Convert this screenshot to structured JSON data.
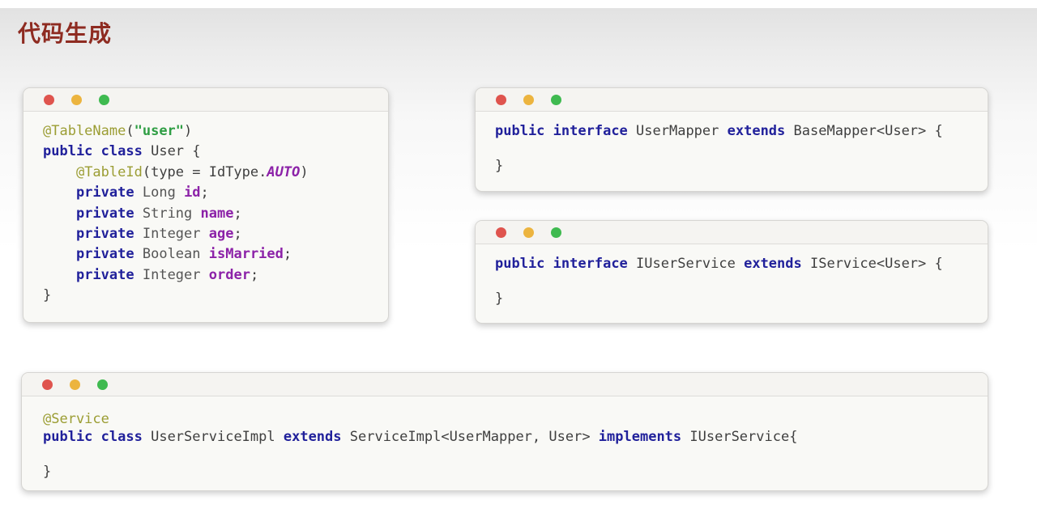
{
  "page": {
    "title": "代码生成",
    "title_color": "#8e2b21"
  },
  "colors": {
    "traffic_red": "#df544e",
    "traffic_yellow": "#ecb43f",
    "traffic_green": "#3fba50",
    "window_bg": "#f9f9f6",
    "window_header_bg": "#f5f4f1"
  },
  "token_styles": {
    "ann": {
      "color": "#9b9d33"
    },
    "kw": {
      "color": "#21219b",
      "bold": true
    },
    "str": {
      "color": "#2f9e44",
      "bold": true
    },
    "fld": {
      "color": "#8c22a8",
      "bold": true
    },
    "enum": {
      "color": "#8c22a8",
      "bold": true,
      "italic": true
    },
    "typ": {
      "color": "#555555"
    },
    "pln": {
      "color": "#3f3f3f"
    }
  },
  "windows": [
    {
      "name": "entity-class-window",
      "controls": [
        "close",
        "minimize",
        "zoom"
      ],
      "lines": [
        [
          {
            "s": "ann",
            "t": "@TableName"
          },
          {
            "s": "pln",
            "t": "("
          },
          {
            "s": "str",
            "t": "\"user\""
          },
          {
            "s": "pln",
            "t": ")"
          }
        ],
        [
          {
            "s": "kw",
            "t": "public"
          },
          {
            "s": "pln",
            "t": " "
          },
          {
            "s": "kw",
            "t": "class"
          },
          {
            "s": "pln",
            "t": " User {"
          }
        ],
        [
          {
            "s": "pln",
            "t": "    "
          },
          {
            "s": "ann",
            "t": "@TableId"
          },
          {
            "s": "pln",
            "t": "(type = IdType."
          },
          {
            "s": "enum",
            "t": "AUTO"
          },
          {
            "s": "pln",
            "t": ")"
          }
        ],
        [
          {
            "s": "pln",
            "t": "    "
          },
          {
            "s": "kw",
            "t": "private"
          },
          {
            "s": "pln",
            "t": " "
          },
          {
            "s": "typ",
            "t": "Long"
          },
          {
            "s": "pln",
            "t": " "
          },
          {
            "s": "fld",
            "t": "id"
          },
          {
            "s": "pln",
            "t": ";"
          }
        ],
        [
          {
            "s": "pln",
            "t": "    "
          },
          {
            "s": "kw",
            "t": "private"
          },
          {
            "s": "pln",
            "t": " "
          },
          {
            "s": "typ",
            "t": "String"
          },
          {
            "s": "pln",
            "t": " "
          },
          {
            "s": "fld",
            "t": "name"
          },
          {
            "s": "pln",
            "t": ";"
          }
        ],
        [
          {
            "s": "pln",
            "t": "    "
          },
          {
            "s": "kw",
            "t": "private"
          },
          {
            "s": "pln",
            "t": " "
          },
          {
            "s": "typ",
            "t": "Integer"
          },
          {
            "s": "pln",
            "t": " "
          },
          {
            "s": "fld",
            "t": "age"
          },
          {
            "s": "pln",
            "t": ";"
          }
        ],
        [
          {
            "s": "pln",
            "t": "    "
          },
          {
            "s": "kw",
            "t": "private"
          },
          {
            "s": "pln",
            "t": " "
          },
          {
            "s": "typ",
            "t": "Boolean"
          },
          {
            "s": "pln",
            "t": " "
          },
          {
            "s": "fld",
            "t": "isMarried"
          },
          {
            "s": "pln",
            "t": ";"
          }
        ],
        [
          {
            "s": "pln",
            "t": "    "
          },
          {
            "s": "kw",
            "t": "private"
          },
          {
            "s": "pln",
            "t": " "
          },
          {
            "s": "typ",
            "t": "Integer"
          },
          {
            "s": "pln",
            "t": " "
          },
          {
            "s": "fld",
            "t": "order"
          },
          {
            "s": "pln",
            "t": ";"
          }
        ],
        [
          {
            "s": "pln",
            "t": "}"
          }
        ]
      ]
    },
    {
      "name": "mapper-interface-window",
      "controls": [
        "close",
        "minimize",
        "zoom"
      ],
      "lines": [
        [
          {
            "s": "kw",
            "t": "public"
          },
          {
            "s": "pln",
            "t": " "
          },
          {
            "s": "kw",
            "t": "interface"
          },
          {
            "s": "pln",
            "t": " UserMapper "
          },
          {
            "s": "kw",
            "t": "extends"
          },
          {
            "s": "pln",
            "t": " BaseMapper<User> {"
          }
        ],
        [],
        [
          {
            "s": "pln",
            "t": "}"
          }
        ]
      ]
    },
    {
      "name": "service-interface-window",
      "controls": [
        "close",
        "minimize",
        "zoom"
      ],
      "lines": [
        [
          {
            "s": "kw",
            "t": "public"
          },
          {
            "s": "pln",
            "t": " "
          },
          {
            "s": "kw",
            "t": "interface"
          },
          {
            "s": "pln",
            "t": " IUserService "
          },
          {
            "s": "kw",
            "t": "extends"
          },
          {
            "s": "pln",
            "t": " IService<User> {"
          }
        ],
        [],
        [
          {
            "s": "pln",
            "t": "}"
          }
        ]
      ]
    },
    {
      "name": "service-impl-window",
      "controls": [
        "close",
        "minimize",
        "zoom"
      ],
      "lines": [
        [
          {
            "s": "ann",
            "t": "@Service"
          }
        ],
        [
          {
            "s": "kw",
            "t": "public"
          },
          {
            "s": "pln",
            "t": " "
          },
          {
            "s": "kw",
            "t": "class"
          },
          {
            "s": "pln",
            "t": " UserServiceImpl "
          },
          {
            "s": "kw",
            "t": "extends"
          },
          {
            "s": "pln",
            "t": " ServiceImpl<UserMapper, User> "
          },
          {
            "s": "kw",
            "t": "implements"
          },
          {
            "s": "pln",
            "t": " IUserService{"
          }
        ],
        [],
        [
          {
            "s": "pln",
            "t": "}"
          }
        ]
      ]
    }
  ]
}
